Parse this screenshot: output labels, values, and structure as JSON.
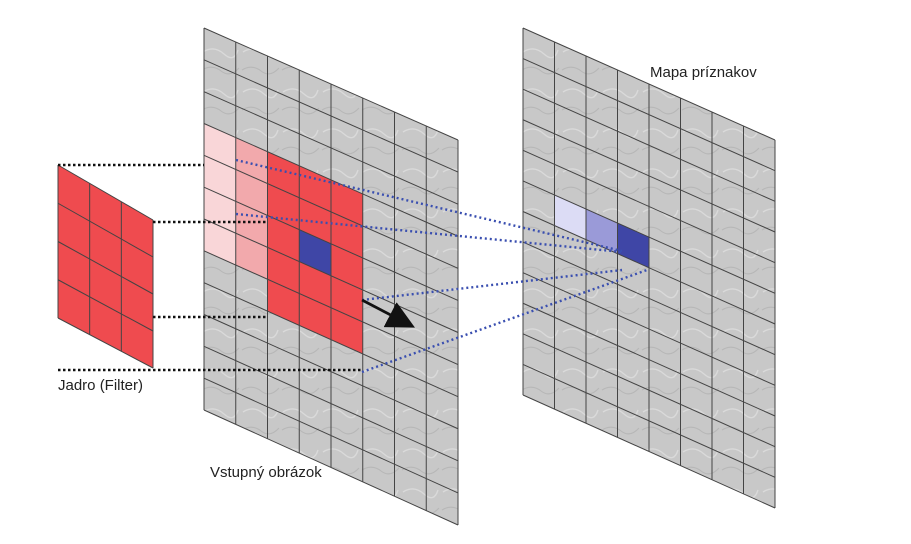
{
  "labels": {
    "kernel": "Jadro (Filter)",
    "input": "Vstupný obrázok",
    "feature_map": "Mapa príznakov"
  },
  "grids": {
    "kernel": {
      "cols": 3,
      "rows": 4
    },
    "input": {
      "cols": 8,
      "rows": 12
    },
    "feature_map": {
      "cols": 8,
      "rows": 12
    }
  },
  "colors": {
    "kernel_fill": "#ef4b4f",
    "receptive_field": "#ef4b4f",
    "receptive_light": "#f9d6d8",
    "receptive_mid": "#f2a9ac",
    "center_cell": "#3f46a6",
    "output_cell": "#3f46a6",
    "output_light": "#dcdcf5",
    "output_mid": "#9a9ad8",
    "grid_bg": "#c8c8c8",
    "grid_line": "#444444",
    "black_connector": "#111111",
    "blue_connector": "#3a4fb0"
  },
  "icons": {
    "direction": "arrow-right-icon"
  }
}
